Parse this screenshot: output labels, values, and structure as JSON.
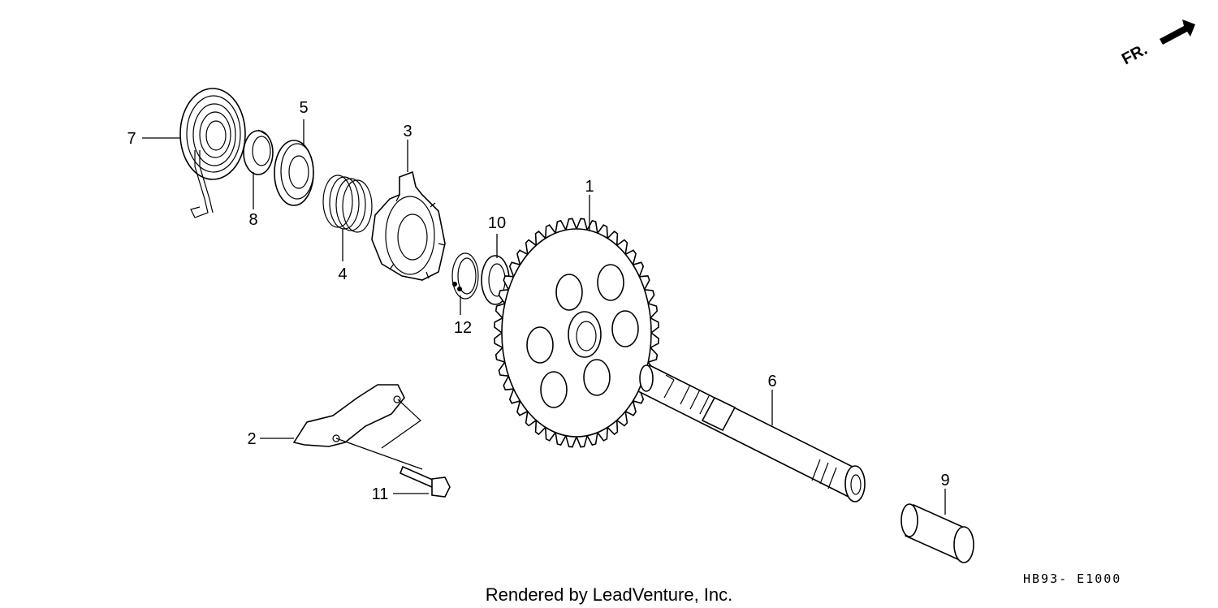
{
  "callouts": [
    {
      "id": "1",
      "text": "1"
    },
    {
      "id": "2",
      "text": "2"
    },
    {
      "id": "3",
      "text": "3"
    },
    {
      "id": "4",
      "text": "4"
    },
    {
      "id": "5",
      "text": "5"
    },
    {
      "id": "6",
      "text": "6"
    },
    {
      "id": "7",
      "text": "7"
    },
    {
      "id": "8",
      "text": "8"
    },
    {
      "id": "9",
      "text": "9"
    },
    {
      "id": "10",
      "text": "10"
    },
    {
      "id": "11",
      "text": "11"
    },
    {
      "id": "12",
      "text": "12"
    }
  ],
  "direction_marker": {
    "text": "FR.",
    "icon": "arrow-icon"
  },
  "diagram_code": "HB93- E1000",
  "credit": "Rendered by LeadVenture, Inc."
}
